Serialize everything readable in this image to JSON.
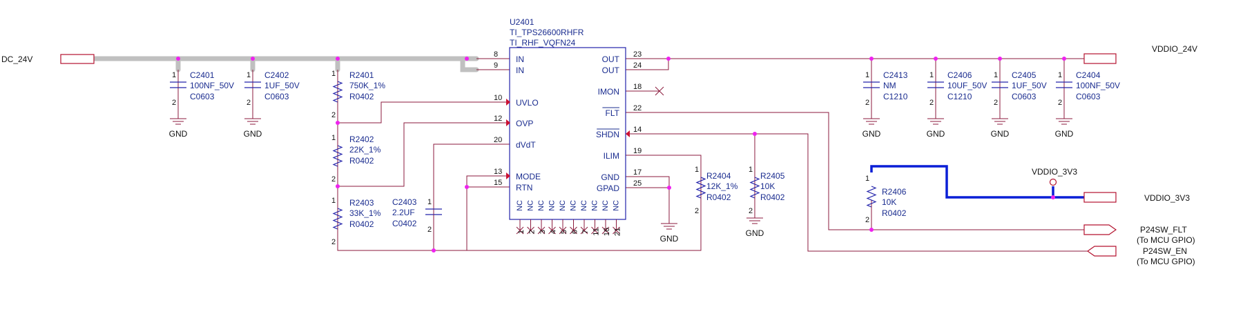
{
  "ic": {
    "ref": "U2401",
    "part": "TI_TPS26600RHFR",
    "package": "TI_RHF_VQFN24",
    "left_pins": [
      {
        "num": "8",
        "name": "IN"
      },
      {
        "num": "9",
        "name": "IN"
      },
      {
        "num": "10",
        "name": "UVLO"
      },
      {
        "num": "12",
        "name": "OVP"
      },
      {
        "num": "20",
        "name": "dVdT"
      },
      {
        "num": "13",
        "name": "MODE"
      },
      {
        "num": "15",
        "name": "RTN"
      }
    ],
    "right_pins": [
      {
        "num": "23",
        "name": "OUT"
      },
      {
        "num": "24",
        "name": "OUT"
      },
      {
        "num": "18",
        "name": "IMON"
      },
      {
        "num": "22",
        "name": "FLT"
      },
      {
        "num": "14",
        "name": "SHDN"
      },
      {
        "num": "19",
        "name": "ILIM"
      },
      {
        "num": "17",
        "name": "GND"
      },
      {
        "num": "25",
        "name": "GPAD"
      }
    ],
    "nc_label": "NC",
    "nc_pins": [
      "1",
      "2",
      "3",
      "4",
      "5",
      "6",
      "7",
      "11",
      "16",
      "21"
    ]
  },
  "nets": {
    "dc_24v": "DC_24V",
    "vddio_24v": "VDDIO_24V",
    "vddio_3v3": "VDDIO_3V3",
    "vddio_3v3_flag": "VDDIO_3V3",
    "p24sw_flt": "P24SW_FLT",
    "p24sw_flt_note": "(To MCU GPIO)",
    "p24sw_en": "P24SW_EN",
    "p24sw_en_note": "(To MCU GPIO)",
    "gnd": "GND"
  },
  "components": {
    "c2401": {
      "ref": "C2401",
      "value": "100NF_50V",
      "pkg": "C0603"
    },
    "c2402": {
      "ref": "C2402",
      "value": "1UF_50V",
      "pkg": "C0603"
    },
    "r2401": {
      "ref": "R2401",
      "value": "750K_1%",
      "pkg": "R0402"
    },
    "r2402": {
      "ref": "R2402",
      "value": "22K_1%",
      "pkg": "R0402"
    },
    "r2403": {
      "ref": "R2403",
      "value": "33K_1%",
      "pkg": "R0402"
    },
    "c2403": {
      "ref": "C2403",
      "value": "2.2UF",
      "pkg": "C0402"
    },
    "r2404": {
      "ref": "R2404",
      "value": "12K_1%",
      "pkg": "R0402"
    },
    "r2405": {
      "ref": "R2405",
      "value": "10K",
      "pkg": "R0402"
    },
    "r2406": {
      "ref": "R2406",
      "value": "10K",
      "pkg": "R0402"
    },
    "c2413": {
      "ref": "C2413",
      "value": "NM",
      "pkg": "C1210"
    },
    "c2406": {
      "ref": "C2406",
      "value": "10UF_50V",
      "pkg": "C1210"
    },
    "c2405": {
      "ref": "C2405",
      "value": "1UF_50V",
      "pkg": "C0603"
    },
    "c2404": {
      "ref": "C2404",
      "value": "100NF_50V",
      "pkg": "C0603"
    }
  },
  "pin_marks": {
    "one": "1",
    "two": "2"
  },
  "colors": {
    "wire": "#8b1a3c",
    "bus": "#c0c0c0",
    "highlight": "#0a1fd6",
    "component": "#2222aa",
    "junction": "#ee22ee"
  }
}
